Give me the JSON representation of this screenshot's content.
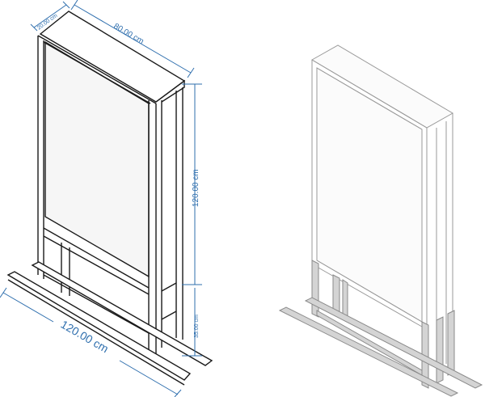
{
  "dimensions": {
    "depth": "20.00 cm",
    "width_top": "80.00 cm",
    "height_panel": "120.00 cm",
    "height_leg": "35.00 cm",
    "base_length": "120.00 cm"
  },
  "colors": {
    "dimension": "#2f6fae",
    "outline": "#1a1a1a",
    "ghost_outline": "#9a9a9a",
    "ghost_leg_fill": "#d4d4d4"
  }
}
